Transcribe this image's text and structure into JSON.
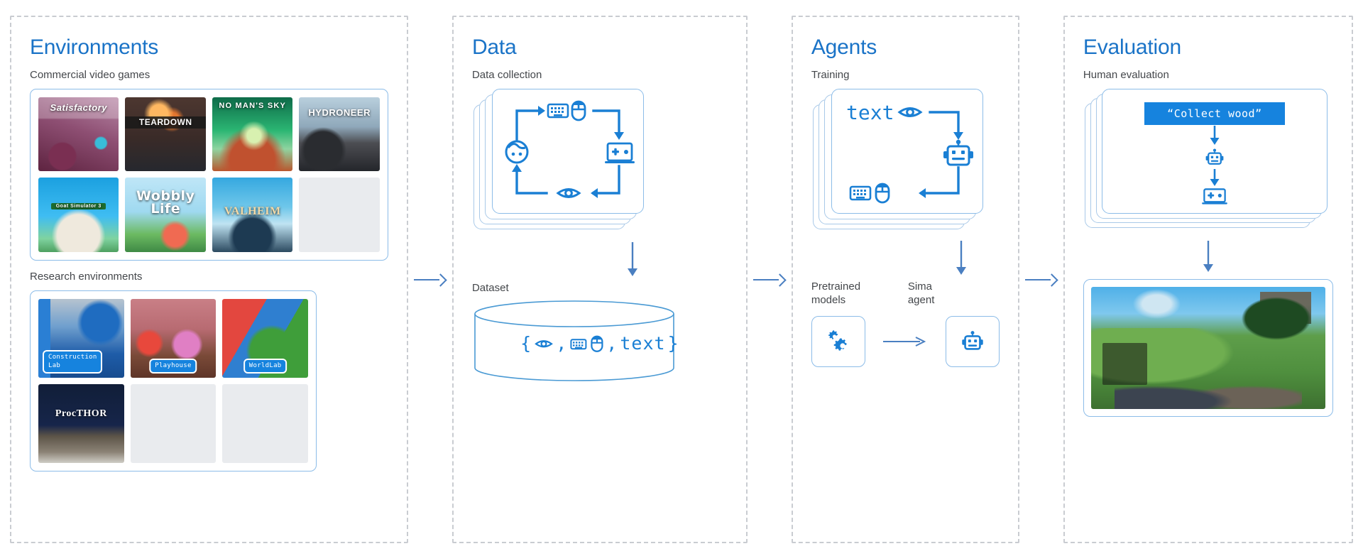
{
  "columns": {
    "environments": {
      "title": "Environments",
      "sub_commercial": "Commercial video games",
      "sub_research": "Research environments",
      "commercial_games": [
        {
          "name": "Satisfactory",
          "art": "satisfactory"
        },
        {
          "name": "TEARDOWN",
          "art": "teardown"
        },
        {
          "name": "NO MAN'S SKY",
          "art": "nomansky"
        },
        {
          "name": "HYDRONEER",
          "art": "hydroneer"
        },
        {
          "name": "Goat Simulator 3",
          "art": "goat"
        },
        {
          "name": "Wobbly Life",
          "art": "wobbly"
        },
        {
          "name": "VALHEIM",
          "art": "valheim"
        },
        {
          "name": "",
          "art": "empty"
        }
      ],
      "research_envs": [
        {
          "name": "Construction Lab",
          "art": "construction"
        },
        {
          "name": "Playhouse",
          "art": "playhouse"
        },
        {
          "name": "WorldLab",
          "art": "worldlab"
        },
        {
          "name": "ProcTHOR",
          "art": "procthor"
        },
        {
          "name": "",
          "art": "empty"
        },
        {
          "name": "",
          "art": "empty"
        }
      ]
    },
    "data": {
      "title": "Data",
      "sub": "Data collection",
      "dataset_label": "Dataset",
      "dataset_contents": {
        "open_brace": "{",
        "comma_1": ",",
        "comma_2": ",",
        "text_token": "text",
        "close_brace": "}",
        "icons": [
          "eye-icon",
          "keyboard-icon",
          "mouse-icon"
        ]
      },
      "loop_icons": [
        "keyboard-icon",
        "mouse-icon",
        "game-controller-icon",
        "eye-icon",
        "person-icon"
      ]
    },
    "agents": {
      "title": "Agents",
      "sub": "Training",
      "text_token": "text",
      "loop_icons": [
        "eye-icon",
        "robot-icon",
        "keyboard-icon",
        "mouse-icon"
      ],
      "pretrained_label_line1": "Pretrained",
      "pretrained_label_line2": "models",
      "sima_label_line1": "Sima",
      "sima_label_line2": "agent",
      "pretrained_icon": "gears-icon",
      "sima_icon": "robot-icon"
    },
    "evaluation": {
      "title": "Evaluation",
      "sub": "Human evaluation",
      "command": "“Collect wood”",
      "flow_icons": [
        "robot-icon",
        "game-controller-icon"
      ],
      "screenshot_alt": "Valheim first-person gameplay"
    }
  },
  "colors": {
    "accent_blue": "#1a73c7",
    "chip_blue": "#1683de",
    "icon_blue": "#1a7fd4",
    "card_border": "#8cbce8",
    "dashed_border": "#c9ccd1",
    "body_text": "#44474b"
  }
}
